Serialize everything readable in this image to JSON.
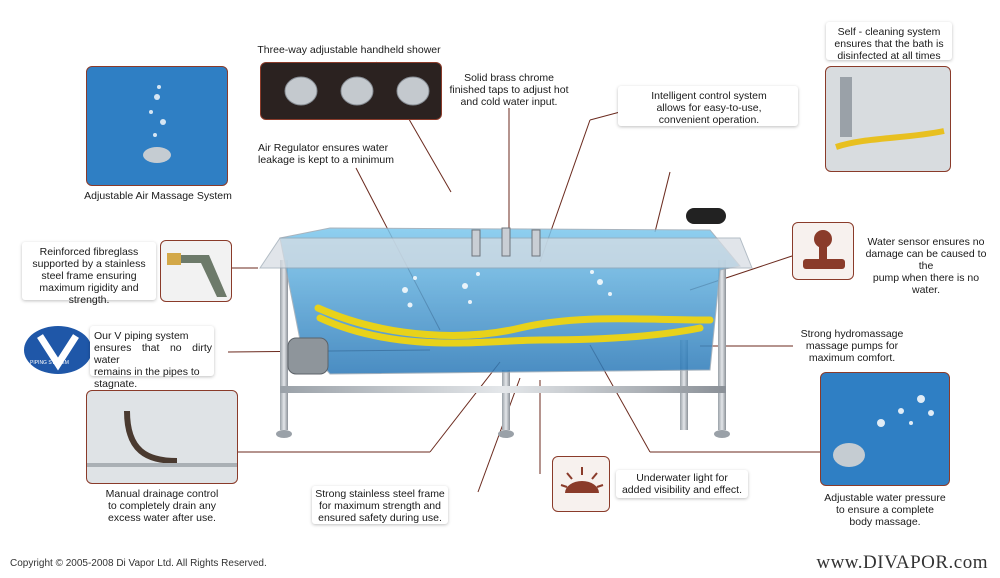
{
  "labels": {
    "shower": "Three-way adjustable handheld shower",
    "taps": "Solid brass chrome\nfinished taps to adjust hot\nand cold water input.",
    "control": "Intelligent control system\nallows for easy-to-use,\nconvenient operation.",
    "selfclean": "Self - cleaning system\nensures that the bath is\ndisinfected at all times",
    "air_massage": "Adjustable Air Massage System",
    "air_regulator": "Air Regulator ensures water\nleakage is kept to a minimum",
    "fibreglass": "Reinforced fibreglass\nsupported by a stainless\nsteel frame ensuring\nmaximum rigidity and\nstrength.",
    "water_sensor": "Water sensor ensures no\ndamage can be caused to the\npump when there is no water.",
    "v_piping": "Our V piping system\nensures that no dirty water\nremains in the pipes to\nstagnate.",
    "hydromassage": "Strong hydromassage\nmassage pumps for\nmaximum comfort.",
    "drainage": "Manual drainage control\nto completely drain any\nexcess water after use.",
    "steel_frame": "Strong stainless steel frame\nfor maximum strength and\nensured safety during use.",
    "underwater_light": "Underwater light for\nadded visibility and effect.",
    "water_pressure": "Adjustable water pressure\nto ensure a complete\nbody massage."
  },
  "logo_text": "PIPING SYSTEM",
  "footer": {
    "copyright": "Copyright © 2005-2008 Di Vapor Ltd. All Rights Reserved.",
    "site": "www.DIVAPOR.com"
  },
  "colors": {
    "accent": "#8a3b2a",
    "water": "#3f9fd8",
    "pipe": "#e8d21a",
    "frame": "#b8bcc2"
  }
}
